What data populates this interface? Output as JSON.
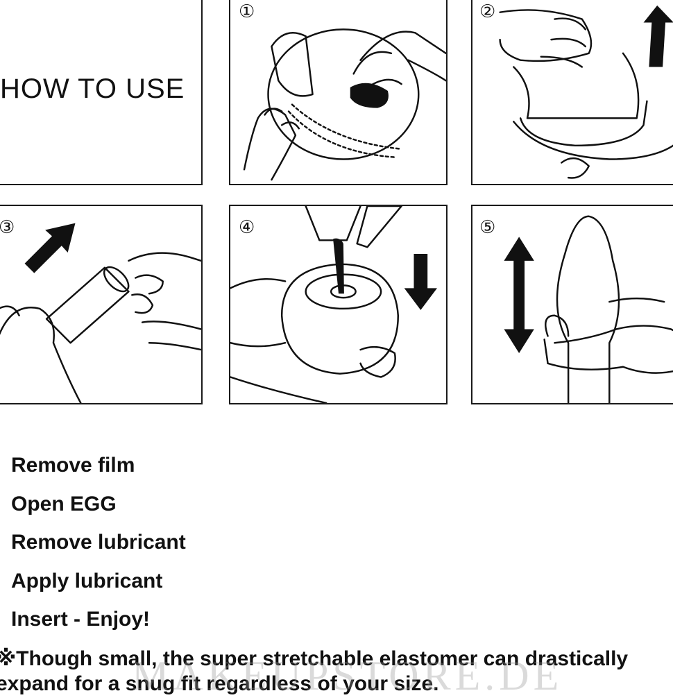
{
  "header": {
    "title": "HOW TO USE"
  },
  "panels": [
    {
      "number": "①"
    },
    {
      "number": "②"
    },
    {
      "number": "③"
    },
    {
      "number": "④"
    },
    {
      "number": "⑤"
    }
  ],
  "instructions": [
    {
      "label": "Remove film"
    },
    {
      "label": "Open EGG"
    },
    {
      "label": "Remove lubricant"
    },
    {
      "label": "Apply lubricant"
    },
    {
      "label": "Insert - Enjoy!"
    }
  ],
  "note": {
    "line1": "※Though small, the super stretchable elastomer can drastically",
    "line2": "expand for a snug fit regardless of your size."
  },
  "watermark": "MAKEUPSTORE.DE",
  "colors": {
    "ink": "#111111",
    "background": "#ffffff"
  }
}
